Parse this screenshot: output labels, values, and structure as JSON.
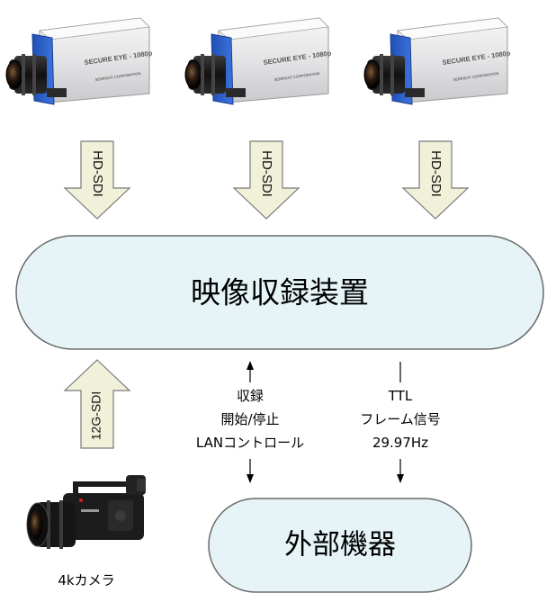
{
  "cameras": [
    {
      "brand": "SECURE EYE - 1080p",
      "maker": "SEBRIGHT CORPORATION"
    },
    {
      "brand": "SECURE EYE - 1080p",
      "maker": "SEBRIGHT CORPORATION"
    },
    {
      "brand": "SECURE EYE - 1080p",
      "maker": "SEBRIGHT CORPORATION"
    }
  ],
  "sdi_labels": [
    "HD-SDI",
    "HD-SDI",
    "HD-SDI"
  ],
  "recorder": {
    "label": "映像収録装置"
  },
  "external": {
    "label": "外部機器"
  },
  "camera4k": {
    "label": "4kカメラ",
    "link_label": "12G-SDI"
  },
  "control": {
    "lines": [
      "収録",
      "開始/停止",
      "LANコントロール"
    ]
  },
  "ttl": {
    "lines": [
      "TTL",
      "フレーム信号",
      "29.97Hz"
    ]
  },
  "colors": {
    "box_fill": "#e6f4f8",
    "box_stroke": "#6a6a6a",
    "arrow_fill": "#f1f1da",
    "arrow_stroke": "#7a7a7a",
    "camera_blue": "#2e62c8"
  }
}
